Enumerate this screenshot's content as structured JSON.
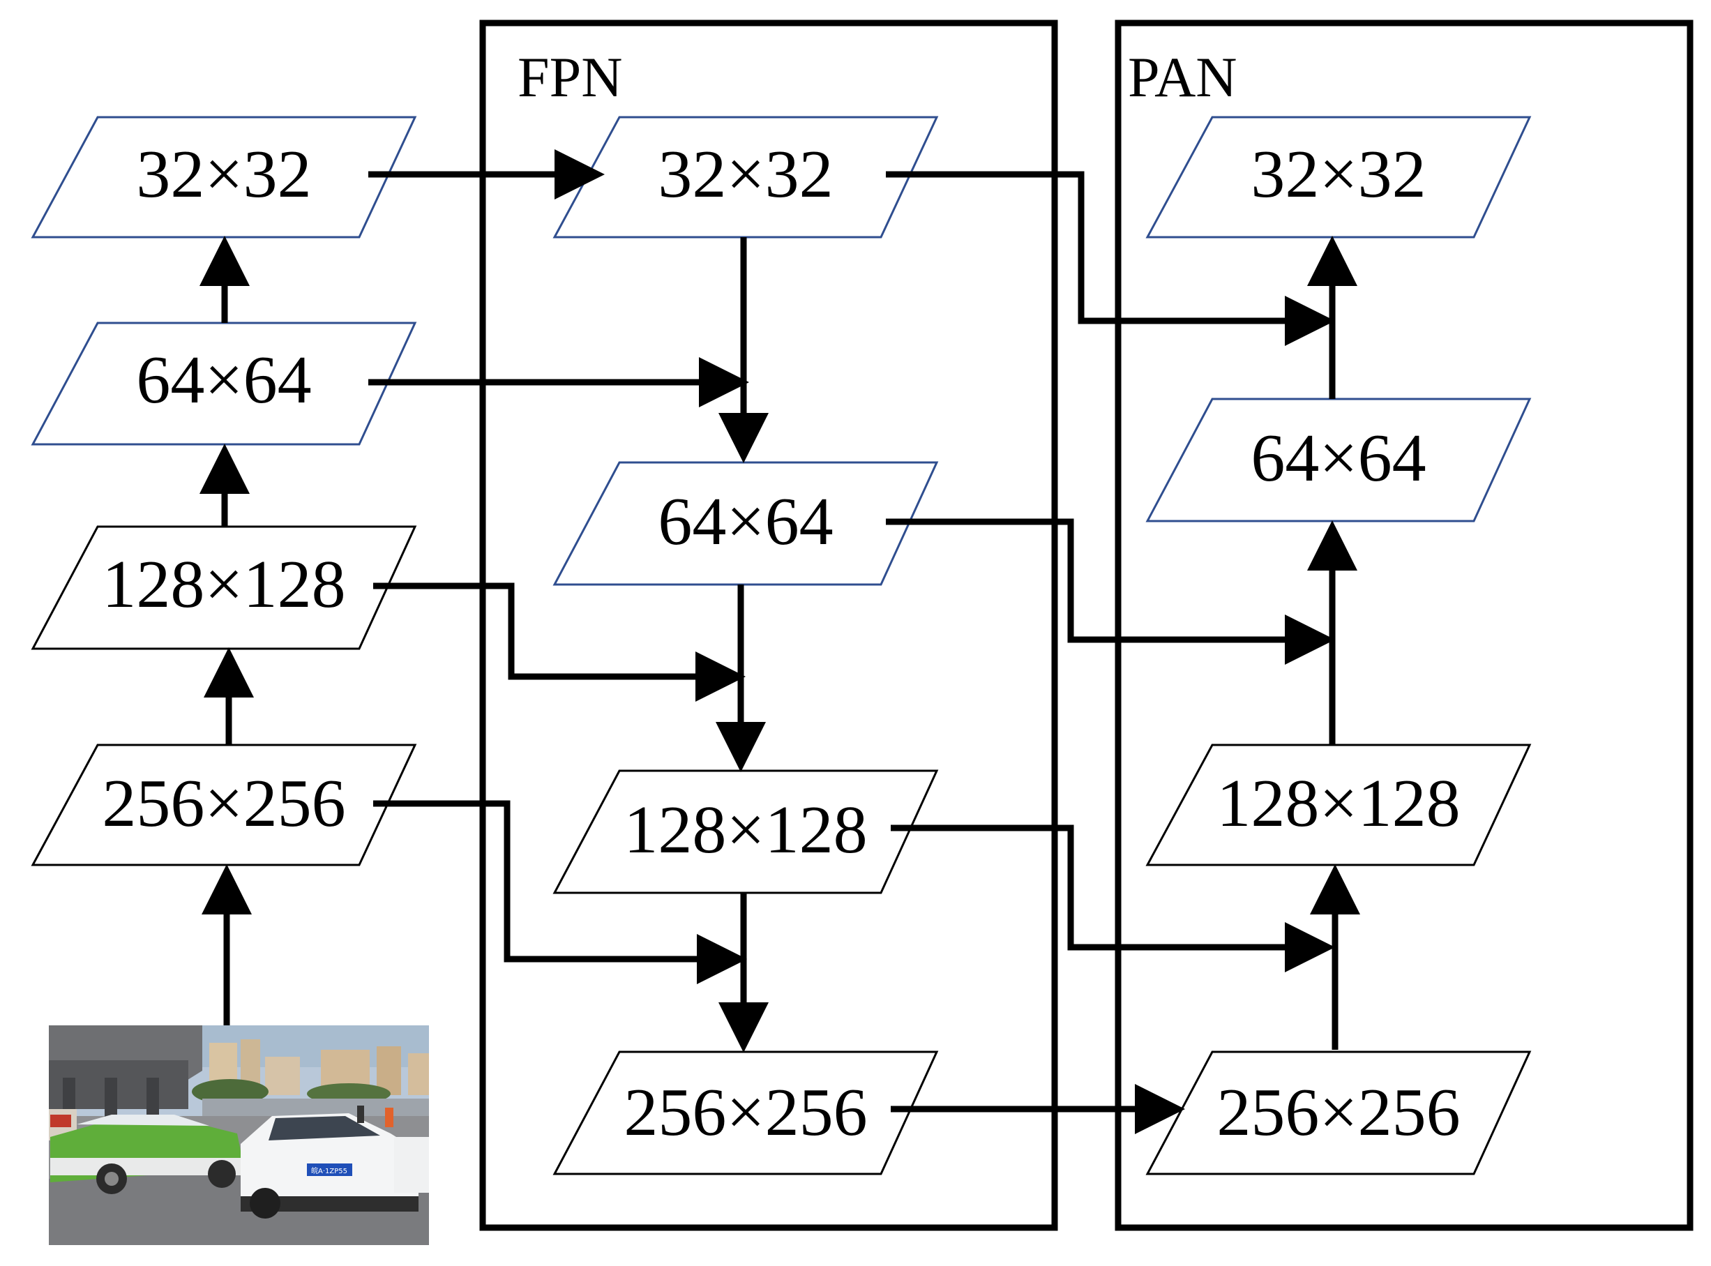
{
  "groups": {
    "fpn_label": "FPN",
    "pan_label": "PAN"
  },
  "colors": {
    "blue_border": "#2f4e8f",
    "black_border": "#000000",
    "arrow": "#000000"
  },
  "backbone": {
    "n32": "32×32",
    "n64": "64×64",
    "n128": "128×128",
    "n256": "256×256"
  },
  "fpn": {
    "n32": "32×32",
    "n64": "64×64",
    "n128": "128×128",
    "n256": "256×256"
  },
  "pan": {
    "n32": "32×32",
    "n64": "64×64",
    "n128": "128×128",
    "n256": "256×256"
  },
  "input_image": {
    "plate_text": "皖A·1ZP55"
  }
}
